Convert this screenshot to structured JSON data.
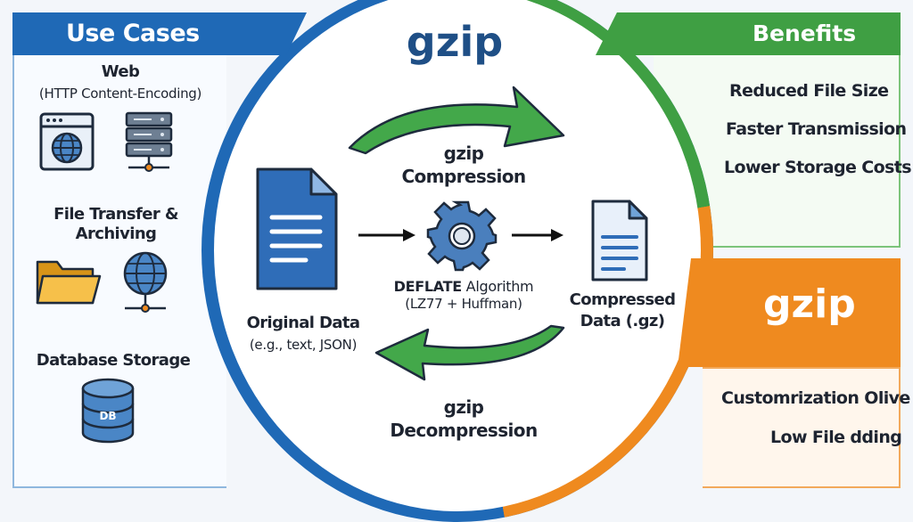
{
  "title": "gzip",
  "use_cases": {
    "header": "Use Cases",
    "web_title": "Web",
    "web_sub": "(HTTP Content-Encoding)",
    "file_title_1": "File Transfer &",
    "file_title_2": "Archiving",
    "db_title": "Database Storage",
    "db_label": "DB"
  },
  "benefits": {
    "header": "Benefits",
    "items": [
      "Reduced File Size",
      "Faster Transmission",
      "Lower Storage Costs"
    ]
  },
  "orange": {
    "header": "gzip",
    "items": [
      "Customrization Olive",
      "Low File dding"
    ]
  },
  "flow": {
    "compress_1": "gzip",
    "compress_2": "Compression",
    "decompress_1": "gzip",
    "decompress_2": "Decompression",
    "original": "Original Data",
    "original_sub": "(e.g., text, JSON)",
    "algo_bold": "DEFLATE",
    "algo_rest": " Algorithm",
    "algo_sub": "(LZ77 + Huffman)",
    "compressed_1": "Compressed",
    "compressed_2": "Data (.gz)"
  },
  "colors": {
    "blue": "#1f69b6",
    "green": "#3f9f43",
    "orange": "#ef8a1f",
    "doc_fill": "#2f6db8",
    "text_dark": "#1e2430"
  }
}
